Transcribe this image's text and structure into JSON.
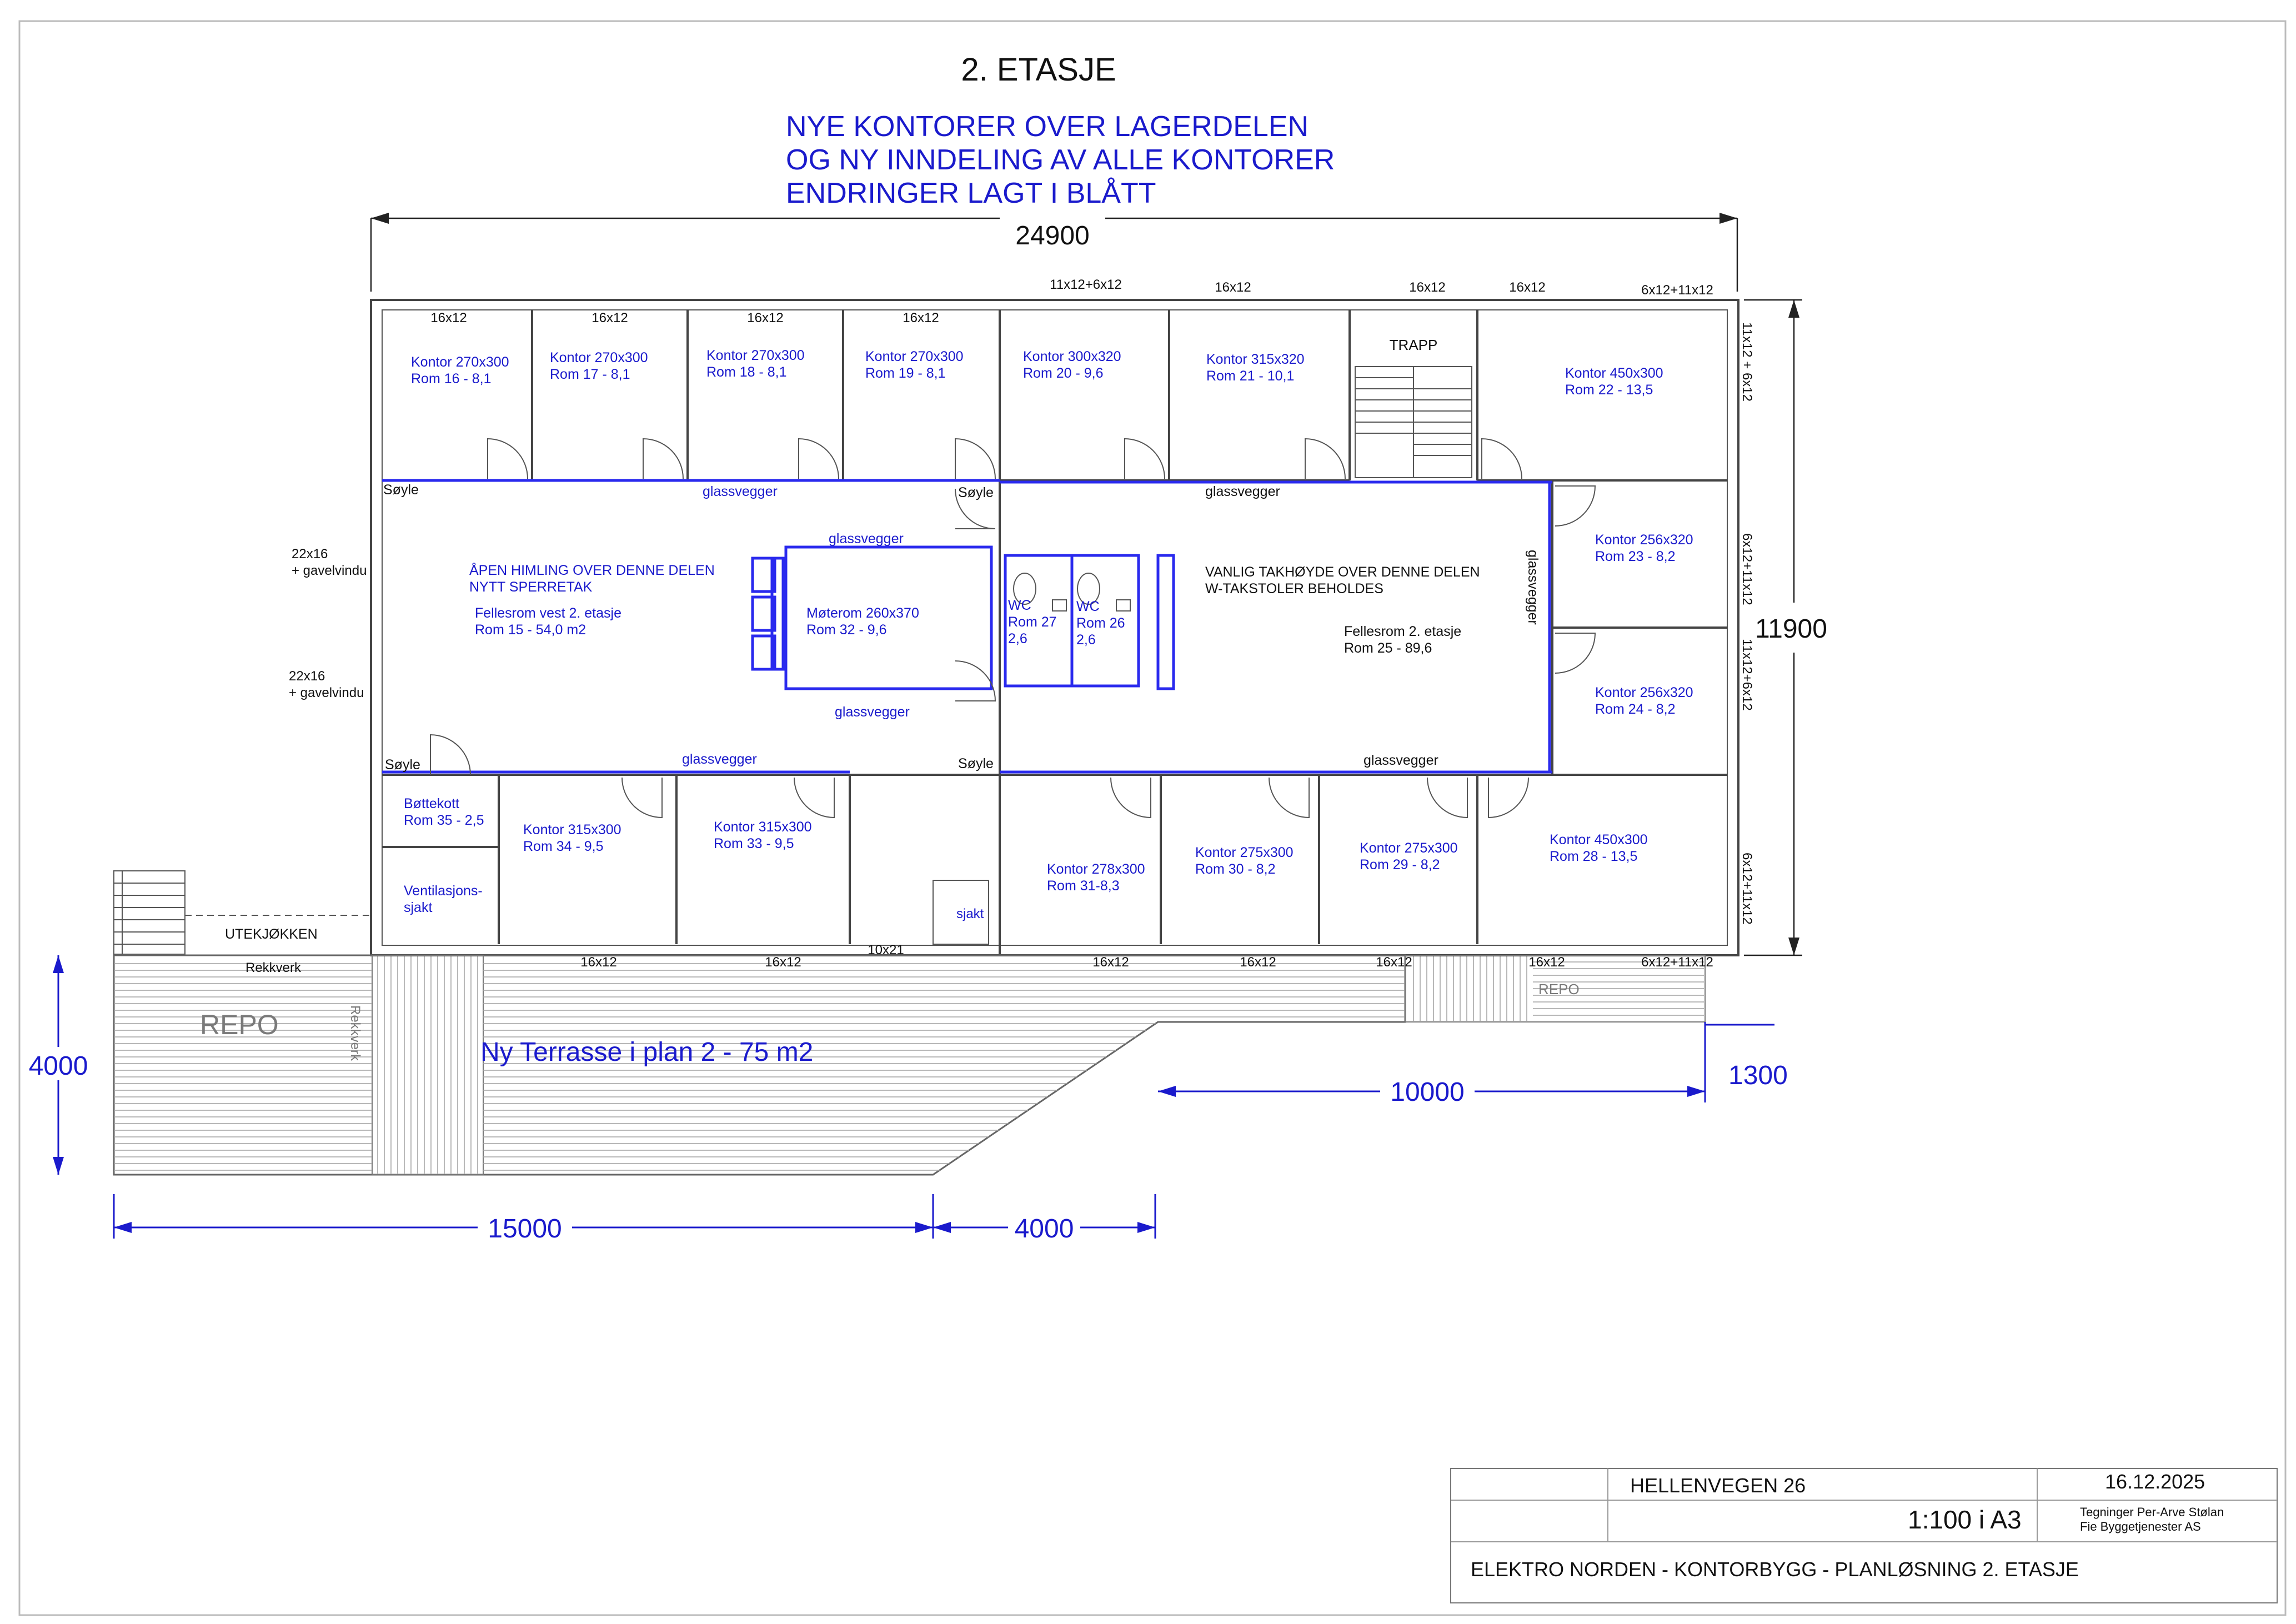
{
  "header": {
    "title": "2. ETASJE",
    "notes": [
      "NYE KONTORER OVER LAGERDELEN",
      "OG NY INNDELING AV ALLE KONTORER",
      "ENDRINGER LAGT I BLÅTT"
    ]
  },
  "dimensions": {
    "total_width": "24900",
    "total_depth": "11900",
    "terrace_depth": "4000",
    "terrace_width_main": "15000",
    "terrace_width_slope": "4000",
    "repo_width": "10000",
    "repo_depth": "1300"
  },
  "rooms": {
    "r16": {
      "name": "Kontor 270x300",
      "num": "Rom 16 - 8,1"
    },
    "r17": {
      "name": "Kontor 270x300",
      "num": "Rom 17 - 8,1"
    },
    "r18": {
      "name": "Kontor 270x300",
      "num": "Rom 18 - 8,1"
    },
    "r19": {
      "name": "Kontor 270x300",
      "num": "Rom 19 - 8,1"
    },
    "r20": {
      "name": "Kontor 300x320",
      "num": "Rom 20 - 9,6"
    },
    "r21": {
      "name": "Kontor 315x320",
      "num": "Rom 21 - 10,1"
    },
    "r22": {
      "name": "Kontor 450x300",
      "num": "Rom 22 - 13,5"
    },
    "r23": {
      "name": "Kontor 256x320",
      "num": "Rom 23 - 8,2"
    },
    "r24": {
      "name": "Kontor 256x320",
      "num": "Rom 24 - 8,2"
    },
    "r25": {
      "name": "Fellesrom 2. etasje",
      "num": "Rom 25 - 89,6"
    },
    "r26": {
      "name": "WC",
      "num": "Rom 26",
      "area": "2,6"
    },
    "r27": {
      "name": "WC",
      "num": "Rom 27",
      "area": "2,6"
    },
    "r28": {
      "name": "Kontor 450x300",
      "num": "Rom 28 - 13,5"
    },
    "r29": {
      "name": "Kontor 275x300",
      "num": "Rom 29 - 8,2"
    },
    "r30": {
      "name": "Kontor 275x300",
      "num": "Rom 30 - 8,2"
    },
    "r31": {
      "name": "Kontor 278x300",
      "num": "Rom 31-8,3"
    },
    "r32": {
      "name": "Møterom 260x370",
      "num": "Rom 32 - 9,6"
    },
    "r33": {
      "name": "Kontor 315x300",
      "num": "Rom 33 - 9,5"
    },
    "r34": {
      "name": "Kontor 315x300",
      "num": "Rom 34 - 9,5"
    },
    "r35": {
      "name": "Bøttekott",
      "num": "Rom 35 - 2,5"
    },
    "r15": {
      "name": "Fellesrom vest  2. etasje",
      "num": "Rom 15 - 54,0 m2"
    }
  },
  "notes_plan": {
    "open_ceiling_1": "ÅPEN HIMLING OVER DENNE DELEN",
    "open_ceiling_2": "NYTT SPERRETAK",
    "normal_height_1": "VANLIG TAKHØYDE OVER DENNE DELEN",
    "normal_height_2": "W-TAKSTOLER BEHOLDES",
    "terrace": "Ny Terrasse i  plan 2 -  75 m2"
  },
  "labels": {
    "trapp": "TRAPP",
    "soyle": "Søyle",
    "glassvegger": "glassvegger",
    "vent_1": "Ventilasjons-",
    "vent_2": "sjakt",
    "sjakt": "sjakt",
    "utekjokken": "UTEKJØKKEN",
    "rekkverk": "Rekkverk",
    "repo": "REPO",
    "gavel_size": "22x16",
    "gavel_note": "+ gavelvindu",
    "door_10x21": "10x21"
  },
  "windows": {
    "w16x12": "16x12",
    "w11_6": "11x12+6x12",
    "w6_11": "6x12+11x12",
    "w11_6_sp": "11x12 + 6x12"
  },
  "title_block": {
    "address": "HELLENVEGEN  26",
    "date": "16.12.2025",
    "scale": "1:100 i A3",
    "drawn_by": "Tegninger  Per-Arve Stølan",
    "company": "Fie Byggetjenester AS",
    "project": "ELEKTRO NORDEN - KONTORBYGG - PLANLØSNING  2. ETASJE"
  }
}
